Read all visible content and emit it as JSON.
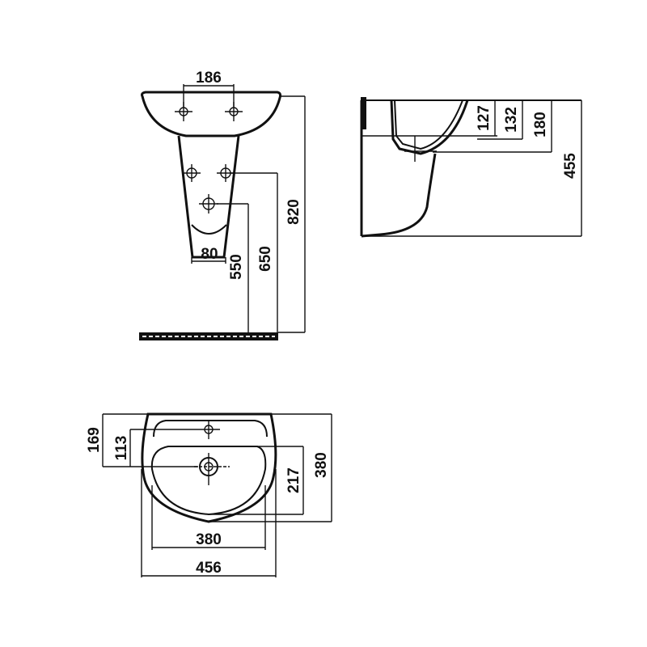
{
  "diagram": {
    "type": "technical drawing",
    "subject": "pedestal washbasin",
    "line_color": "#111111",
    "background": "#ffffff"
  },
  "front_view": {
    "tap_hole_spacing": "186",
    "pedestal_base_width": "80",
    "drain_height": "550",
    "water_inlet_height": "650",
    "total_height": "820"
  },
  "side_view": {
    "bowl_depth_1": "127",
    "bowl_depth_2": "132",
    "drain_depth": "180",
    "projection_height": "455"
  },
  "top_view": {
    "tap_hole_offset": "169",
    "drain_offset": "113",
    "bowl_depth": "217",
    "total_depth": "380",
    "bowl_width": "380",
    "total_width": "456"
  }
}
